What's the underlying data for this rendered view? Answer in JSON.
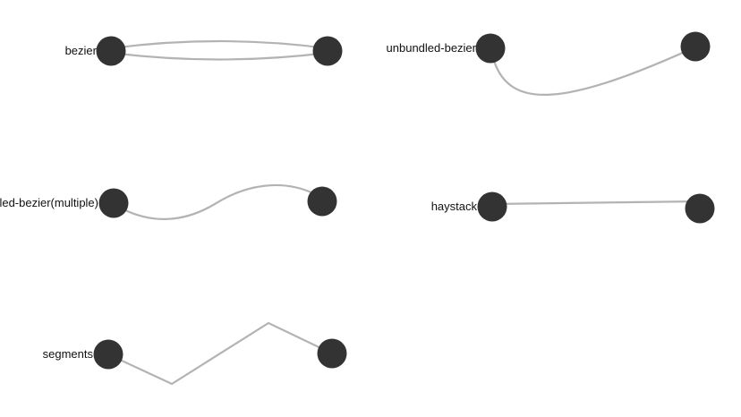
{
  "graph": {
    "colors": {
      "node": "#333333",
      "edge": "#b3b3b3",
      "label": "#111111",
      "background": "#ffffff"
    },
    "labels": {
      "bezier": "bezier",
      "unbundled_bezier": "unbundled-bezier",
      "unbundled_bezier_multiple": "unbundled-bezier(multiple)",
      "haystack": "haystack",
      "segments": "segments"
    }
  }
}
